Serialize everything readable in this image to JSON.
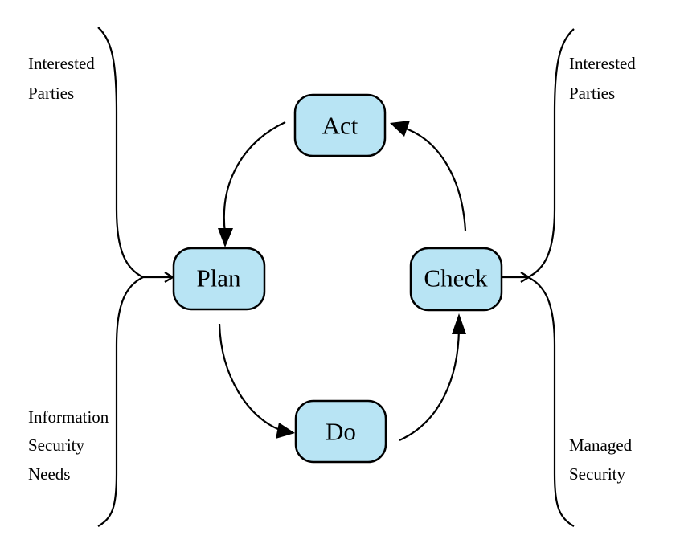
{
  "nodes": {
    "act": "Act",
    "plan": "Plan",
    "do": "Do",
    "check": "Check"
  },
  "left": {
    "top_label": [
      "Interested",
      "Parties"
    ],
    "bottom_label": [
      "Information",
      "Security",
      "Needs"
    ]
  },
  "right": {
    "top_label": [
      "Interested",
      "Parties"
    ],
    "bottom_label": [
      "Managed",
      "Security"
    ]
  },
  "colors": {
    "node_fill": "#b8e4f4",
    "stroke": "#000000"
  }
}
